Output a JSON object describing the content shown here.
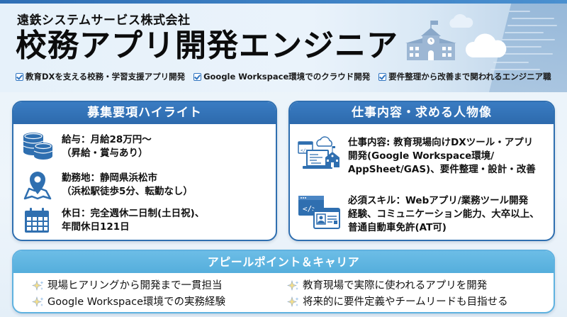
{
  "header": {
    "company": "遠鉄システムサービス株式会社",
    "title": "校務アプリ開発エンジニア",
    "bullets": [
      "教育DXを支える校務・学習支援アプリ開発",
      "Google Workspace環境でのクラウド開発",
      "要件整理から改善まで関われるエンジニア職"
    ]
  },
  "highlights": {
    "heading": "募集要項ハイライト",
    "items": [
      {
        "icon": "coins-icon",
        "line1": "給与：月給28万円〜",
        "line2": "（昇給・賞与あり）"
      },
      {
        "icon": "map-pin-icon",
        "line1": "勤務地：静岡県浜松市",
        "line2": "（浜松駅徒歩5分、転勤なし）"
      },
      {
        "icon": "calendar-icon",
        "line1": "休日：完全週休二日制(土日祝)、",
        "line2": "年間休日121日"
      }
    ]
  },
  "job": {
    "heading": "仕事内容・求める人物像",
    "items": [
      {
        "icon": "laptop-cloud-school-icon",
        "lines": [
          "仕事内容: 教育現場向けDXツール・アプリ",
          "開発(Google Workspace環境/",
          "AppSheet/GAS)、要件整理・設計・改善"
        ]
      },
      {
        "icon": "code-window-profile-icon",
        "lines": [
          "必須スキル：Webアプリ/業務ツール開発",
          "経験、コミュニケーション能力、大卒以上、",
          "普通自動車免許(AT可)"
        ]
      }
    ]
  },
  "appeal": {
    "heading": "アピールポイント＆キャリア",
    "items": [
      "現場ヒアリングから開発まで一貫担当",
      "教育現場で実際に使われるアプリを開発",
      "Google Workspace環境での実務経験",
      "将来的に要件定義やチームリードも目指せる"
    ]
  },
  "colors": {
    "primary": "#2f6fb0",
    "appeal": "#5fb2e0",
    "sparkle": "#f2c94c"
  }
}
